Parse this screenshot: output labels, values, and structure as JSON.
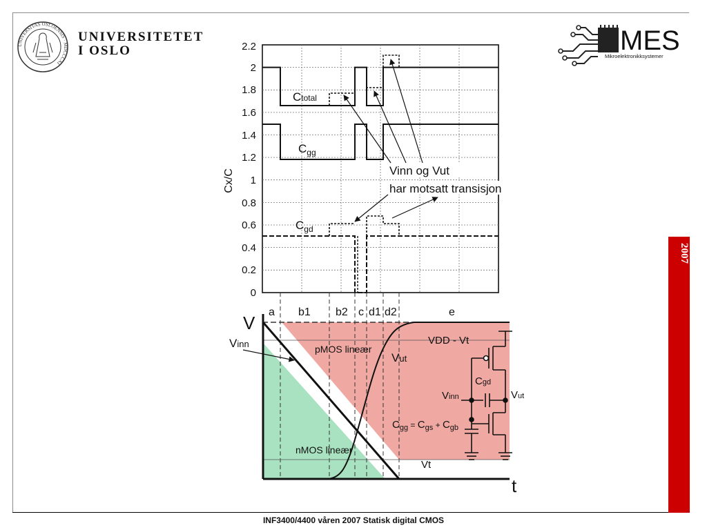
{
  "header": {
    "university_line1": "UNIVERSITETET",
    "university_line2": "I OSLO",
    "logo_text": "MES",
    "logo_subtitle": "Mikroelektronikksystemer",
    "seal_text": "UNIVERSITAS OSLOENSIS · MDCCCXI"
  },
  "sidebar": {
    "year": "2007"
  },
  "footer": {
    "text": "INF3400/4400 våren 2007 Statisk digital CMOS"
  },
  "capacitance_plot": {
    "ylabel": "Cx/C",
    "yticks": [
      "2.2",
      "2",
      "1.8",
      "1.6",
      "1.4",
      "1.2",
      "1",
      "0.8",
      "0.6",
      "0.4",
      "0.2",
      "0"
    ],
    "curve_labels": {
      "ctotal_main": "C",
      "ctotal_sub": "total",
      "cgg_main": "C",
      "cgg_sub": "gg",
      "cgd_main": "C",
      "cgd_sub": "gd"
    },
    "note_line1": "Vinn og Vut",
    "note_line2": "har motsatt transisjon"
  },
  "voltage_plot": {
    "regions": [
      "a",
      "b1",
      "b2",
      "c",
      "d1",
      "d2",
      "e"
    ],
    "yaxis_label": "V",
    "xaxis_label": "t",
    "vinn_main": "V",
    "vinn_sub": "inn",
    "vut_main": "V",
    "vut_sub": "ut",
    "pmos_label": "pMOS lineær",
    "nmos_label": "nMOS lineær",
    "vdd_label": "VDD - Vt",
    "vt_label": "Vt"
  },
  "circuit": {
    "cgd_main": "C",
    "cgd_sub": "gd",
    "vinn_main": "V",
    "vinn_sub": "inn",
    "vut_main": "V",
    "vut_sub": "ut",
    "cgg_main": "C",
    "cgg_sub": "gg",
    "eq": " = ",
    "cgs_main": "C",
    "cgs_sub": "gs",
    "plus": " + ",
    "cgb_main": "C",
    "cgb_sub": "gb"
  },
  "colors": {
    "pmos_fill": "#f0a8a2",
    "nmos_fill": "#a8e2c0",
    "accent_red": "#cc0000"
  }
}
